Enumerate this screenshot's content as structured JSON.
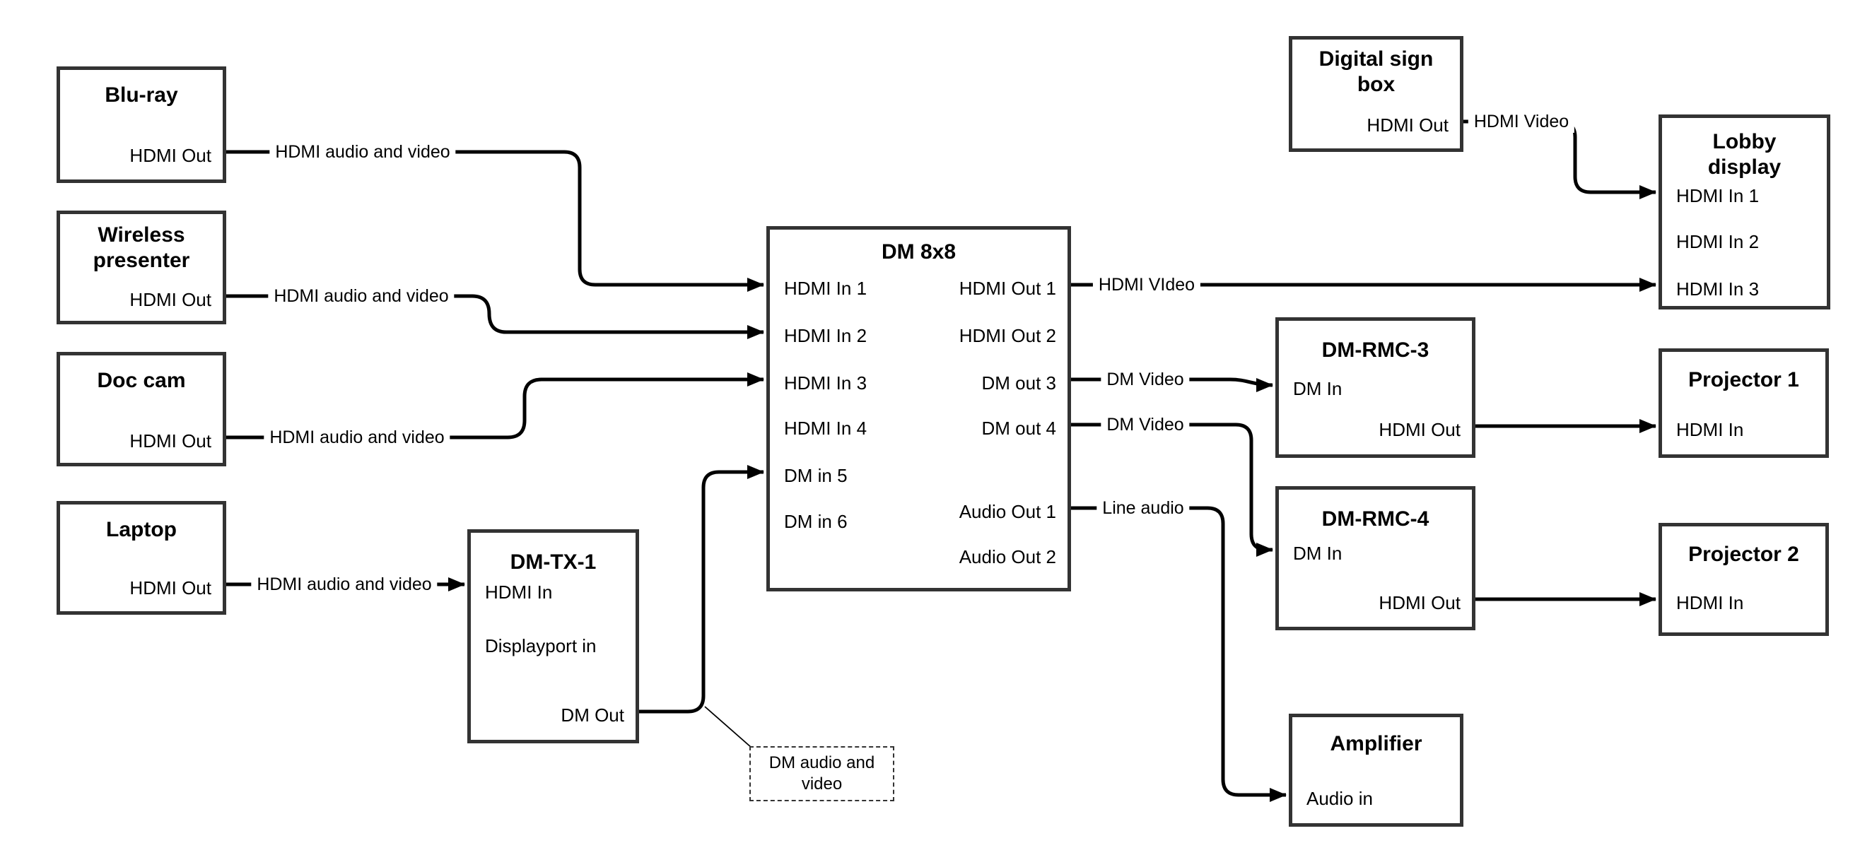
{
  "diagram": {
    "nodes": {
      "bluray": {
        "title": "Blu-ray",
        "port_out": "HDMI Out"
      },
      "wireless": {
        "title": "Wireless presenter",
        "port_out": "HDMI Out"
      },
      "doccam": {
        "title": "Doc cam",
        "port_out": "HDMI Out"
      },
      "laptop": {
        "title": "Laptop",
        "port_out": "HDMI Out"
      },
      "dmtx1": {
        "title": "DM-TX-1",
        "port_hdmi_in": "HDMI In",
        "port_dp_in": "Displayport in",
        "port_dm_out": "DM Out"
      },
      "dm8x8": {
        "title": "DM 8x8",
        "in1": "HDMI In 1",
        "in2": "HDMI In 2",
        "in3": "HDMI In 3",
        "in4": "HDMI In 4",
        "in5": "DM in 5",
        "in6": "DM in 6",
        "out1": "HDMI Out 1",
        "out2": "HDMI Out 2",
        "out3": "DM out 3",
        "out4": "DM out 4",
        "aout1": "Audio Out 1",
        "aout2": "Audio Out 2"
      },
      "digitalsign": {
        "title": "Digital sign box",
        "port_out": "HDMI Out"
      },
      "lobby": {
        "title": "Lobby display",
        "in1": "HDMI In 1",
        "in2": "HDMI In 2",
        "in3": "HDMI In 3"
      },
      "dmrmc3": {
        "title": "DM-RMC-3",
        "port_dm_in": "DM In",
        "port_hdmi_out": "HDMI Out"
      },
      "proj1": {
        "title": "Projector 1",
        "port_in": "HDMI In"
      },
      "dmrmc4": {
        "title": "DM-RMC-4",
        "port_dm_in": "DM In",
        "port_hdmi_out": "HDMI Out"
      },
      "proj2": {
        "title": "Projector 2",
        "port_in": "HDMI In"
      },
      "amplifier": {
        "title": "Amplifier",
        "port_in": "Audio in"
      }
    },
    "wire_labels": {
      "bluray": "HDMI audio and video",
      "wireless": "HDMI audio and video",
      "doccam": "HDMI audio and video",
      "laptop": "HDMI audio and video",
      "out1": "HDMI VIdeo",
      "digitalsign": "HDMI Video",
      "out3": "DM Video",
      "out4": "DM Video",
      "audio1": "Line audio"
    },
    "note": "DM audio and video",
    "colors": {
      "wire": "#000000",
      "border": "#333333",
      "background": "#ffffff"
    }
  }
}
